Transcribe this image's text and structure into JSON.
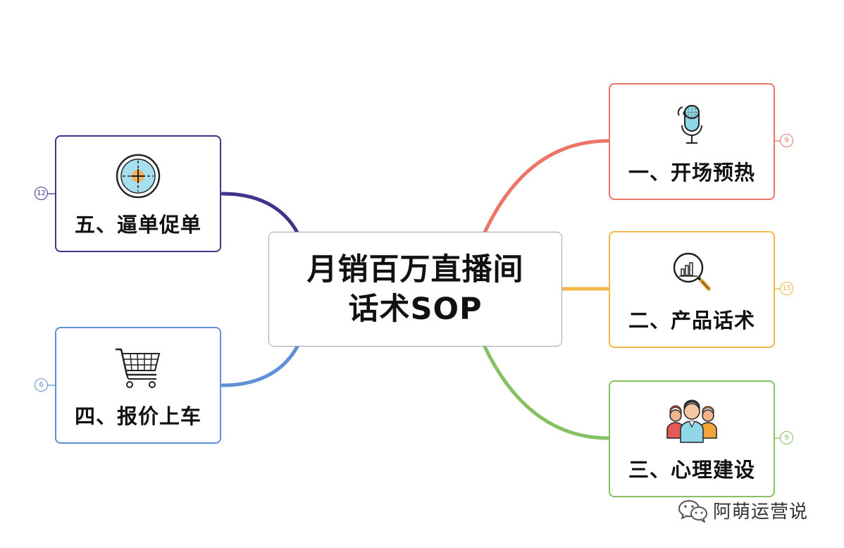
{
  "center": {
    "line1": "月销百万直播间",
    "line2": "话术SOP"
  },
  "branches": [
    {
      "label": "一、开场预热",
      "count": "9",
      "icon": "microphone-icon",
      "color": "#ec7468"
    },
    {
      "label": "二、产品话术",
      "count": "15",
      "icon": "magnifier-chart-icon",
      "color": "#f2b84a"
    },
    {
      "label": "三、心理建设",
      "count": "9",
      "icon": "people-group-icon",
      "color": "#85c063"
    },
    {
      "label": "四、报价上车",
      "count": "6",
      "icon": "shopping-cart-icon",
      "color": "#5f8fd6"
    },
    {
      "label": "五、逼单促单",
      "count": "12",
      "icon": "clock-target-icon",
      "color": "#42328a"
    }
  ],
  "watermark": {
    "text": "阿萌运营说",
    "icon": "wechat-icon"
  }
}
